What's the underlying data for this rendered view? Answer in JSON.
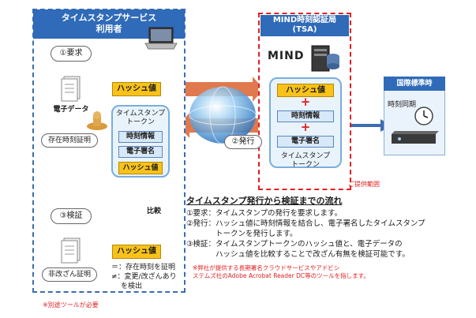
{
  "left_panel": {
    "title_line1": "タイムスタンプサービス",
    "title_line2": "利用者",
    "step1": "①要求",
    "electronic_data": "電子データ",
    "existence_proof": "存在時刻証明",
    "step3": "③検証",
    "tamper_proof": "非改ざん証明",
    "hash_top": "ハッシュ値",
    "hash_bottom": "ハッシュ値",
    "compare": "比較",
    "result_eq": "＝：存在時刻を証明",
    "result_neq1": "≠：変更/改ざんあり",
    "result_neq2": "を検出",
    "footnote": "※別途ツールが必要"
  },
  "token": {
    "title_line1": "タイムスタンプ",
    "title_line2": "トークン",
    "time_info": "時刻情報",
    "signature": "電子署名",
    "hash": "ハッシュ値"
  },
  "tsa": {
    "title_line1": "MIND時刻認証局",
    "title_line2": "(TSA)",
    "logo": "MIND",
    "hash": "ハッシュ値",
    "time_info": "時刻情報",
    "signature": "電子署名",
    "plus": "+",
    "caption_line1": "タイムスタンプ",
    "caption_line2": "トークン",
    "scope": "ご提供範囲",
    "step2": "②発行"
  },
  "national": {
    "title": "国際標準時",
    "sync": "時刻同期"
  },
  "flow": {
    "heading": "タイムスタンプ発行から検証までの流れ",
    "l1": "①要求：タイムスタンプの発行を要求します。",
    "l2a": "②発行：ハッシュ値に時刻情報を結合し、電子署名したタイムスタンプ",
    "l2b": "トークンを発行します。",
    "l3a": "③検証：タイムスタンプトークンのハッシュ値と、電子データの",
    "l3b": "ハッシュ値を比較することで改ざん有無を検証可能です。"
  },
  "notes": {
    "n1": "※弊社が提供する長期署名クラウドサービスやアドビシ",
    "n2": "ステムズ社のAdobe Acrobat Reader DC等のツールを指します。"
  },
  "colors": {
    "blue": "#2f6bb8",
    "red": "#e02020",
    "orange": "#e07a4e",
    "yellow": "#f8c21a",
    "light_blue": "#d7e8f8"
  }
}
